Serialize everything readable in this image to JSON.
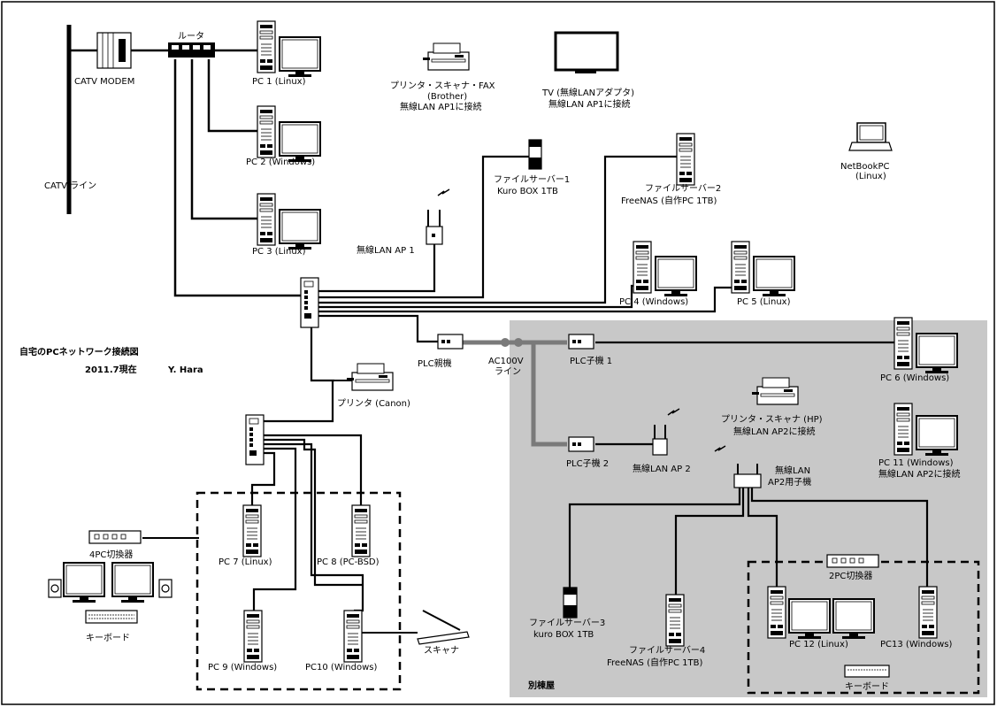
{
  "title": "自宅のPCネットワーク接続図",
  "subtitle": "2011.7現在",
  "author": "Y. Hara",
  "labels": {
    "catv_modem": "CATV MODEM",
    "catv_line": "CATV ライン",
    "router": "ルータ",
    "pc1": "PC 1 (Linux)",
    "pc2": "PC 2 (Windows)",
    "pc3": "PC 3 (Linux)",
    "printer_brother_1": "プリンタ・スキャナ・FAX",
    "printer_brother_2": "(Brother)",
    "printer_brother_3": "無線LAN AP1に接続",
    "tv_1": "TV (無線LANアダプタ)",
    "tv_2": "無線LAN AP1に接続",
    "netbook_1": "NetBookPC",
    "netbook_2": "(Linux)",
    "fs1_1": "ファイルサーバー1",
    "fs1_2": "Kuro BOX 1TB",
    "fs2_1": "ファイルサーバー2",
    "fs2_2": "FreeNAS (自作PC 1TB)",
    "ap1": "無線LAN AP 1",
    "pc4": "PC 4 (Windows)",
    "pc5": "PC 5 (Linux)",
    "plc_parent": "PLC親機",
    "ac100v_1": "AC100V",
    "ac100v_2": "ライン",
    "plc_child1": "PLC子機 1",
    "plc_child2": "PLC子機 2",
    "ap2": "無線LAN AP 2",
    "printer_hp_1": "プリンタ・スキャナ (HP)",
    "printer_hp_2": "無線LAN AP2に接続",
    "ap2_child_1": "無線LAN",
    "ap2_child_2": "AP2用子機",
    "pc6": "PC 6 (Windows)",
    "pc11_1": "PC 11 (Windows)",
    "pc11_2": "無線LAN AP2に接続",
    "printer_canon": "プリンタ (Canon)",
    "kvm4": "4PC切換器",
    "keyboard1": "キーボード",
    "pc7": "PC 7 (Linux)",
    "pc8": "PC 8 (PC-BSD)",
    "pc9": "PC 9 (Windows)",
    "pc10": "PC10 (Windows)",
    "scanner": "スキャナ",
    "fs3_1": "ファイルサーバー3",
    "fs3_2": "kuro BOX 1TB",
    "fs4_1": "ファイルサーバー4",
    "fs4_2": "FreeNAS (自作PC 1TB)",
    "kvm2": "2PC切換器",
    "pc12": "PC 12 (Linux)",
    "pc13": "PC13 (Windows)",
    "keyboard2": "キーボード",
    "annex": "別棟屋"
  },
  "colors": {
    "annex_bg": "#c8c8c8",
    "line": "#000000",
    "power_line": "#7a7a7a",
    "device_fill": "#ffffff"
  }
}
